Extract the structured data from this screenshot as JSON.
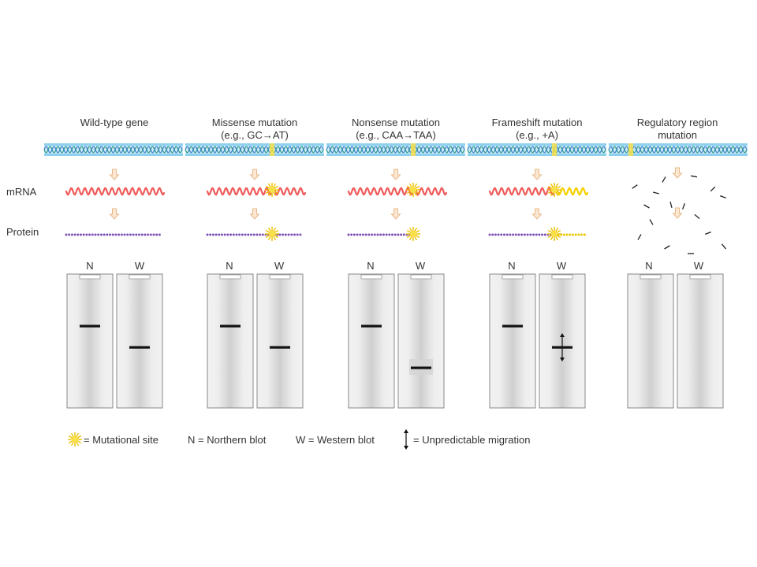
{
  "columns": [
    {
      "title": "Wild-type gene",
      "subtitle": "",
      "northern": "N",
      "western": "W",
      "mutation": "none"
    },
    {
      "title": "Missense mutation",
      "subtitle": "(e.g., GC→AT)",
      "northern": "N",
      "western": "W",
      "mutation": "missense"
    },
    {
      "title": "Nonsense mutation",
      "subtitle": "(e.g., CAA→TAA)",
      "northern": "N",
      "western": "W",
      "mutation": "nonsense"
    },
    {
      "title": "Frameshift mutation",
      "subtitle": "(e.g., +A)",
      "northern": "N",
      "western": "W",
      "mutation": "frameshift"
    },
    {
      "title": "Regulatory region",
      "subtitle": "mutation",
      "northern": "N",
      "western": "W",
      "mutation": "regulatory"
    }
  ],
  "row_labels": {
    "mrna": "mRNA",
    "protein": "Protein"
  },
  "legend": {
    "mutational_site": "= Mutational site",
    "northern": "N = Northern blot",
    "western": "W = Western blot",
    "migration": "= Unpredictable migration"
  },
  "colors": {
    "dna_strand": "#8fd0ee",
    "dna_helix_a": "#2a9a8a",
    "dna_helix_b": "#3a7fc9",
    "mrna": "#f05a5a",
    "mrna_frameshift": "#f5d000",
    "protein": "#7b4fb5",
    "protein_frameshift": "#e8c800",
    "mutation_star": "#f7e04a",
    "arrow": "#e8b88a",
    "blot_band": "#111111",
    "gel_bg": "#eeeeee"
  }
}
